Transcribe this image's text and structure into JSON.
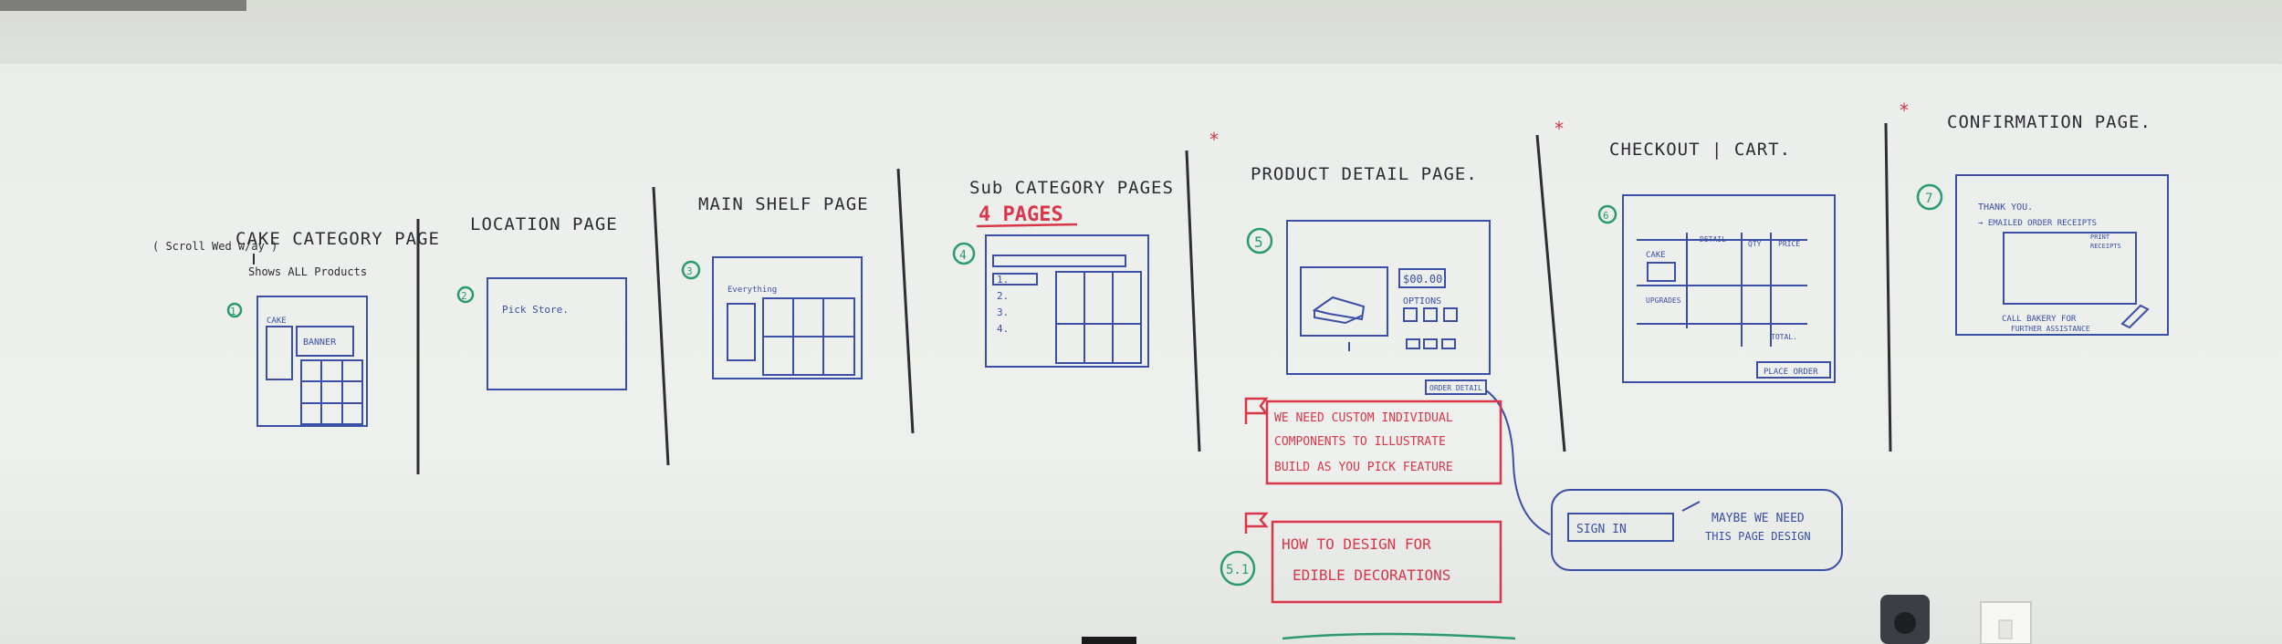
{
  "sections": {
    "s1": {
      "note": "( Scroll Wed w/ay )",
      "title": "CAKE CATEGORY PAGE",
      "sub": "Shows ALL Products",
      "num": "1",
      "wf_cake": "CAKE",
      "wf_banner": "BANNER"
    },
    "s2": {
      "title": "LOCATION PAGE",
      "num": "2",
      "wf_text": "Pick Store."
    },
    "s3": {
      "title": "MAIN SHELF PAGE",
      "num": "3",
      "wf_text": "Everything"
    },
    "s4": {
      "title": "Sub CATEGORY PAGES",
      "count": "4 PAGES",
      "num": "4",
      "rows": [
        "1.",
        "2.",
        "3.",
        "4."
      ]
    },
    "s5": {
      "title": "PRODUCT DETAIL PAGE.",
      "num": "5",
      "price": "$00.00",
      "options": "OPTIONS",
      "order_btn": "ORDER DETAIL",
      "note1": [
        "WE NEED CUSTOM INDIVIDUAL",
        "COMPONENTS TO ILLUSTRATE",
        "BUILD AS YOU PICK FEATURE"
      ],
      "num_sub": "5.1",
      "note2": [
        "HOW TO DESIGN FOR",
        "EDIBLE DECORATIONS"
      ]
    },
    "s6": {
      "title": "CHECKOUT | CART.",
      "num": "6",
      "cols": [
        "CAKE",
        "DETAIL",
        "QTY",
        "PRICE"
      ],
      "row2": "UPGRADES",
      "total": "TOTAL.",
      "place_order": "PLACE ORDER",
      "signin": "SIGN IN",
      "maybe": [
        "MAYBE WE NEED",
        "THIS PAGE DESIGN"
      ]
    },
    "s7": {
      "title": "CONFIRMATION PAGE.",
      "num": "7",
      "thanks": "THANK YOU.",
      "email": "→ EMAILED ORDER RECEIPTS",
      "print": [
        "PRINT",
        "RECEIPTS"
      ],
      "call": [
        "CALL BAKERY FOR",
        "FURTHER ASSISTANCE"
      ]
    }
  },
  "colors": {
    "board": "#e9ebe8",
    "marker_black": "#2e2e35",
    "marker_blue": "#3a4fa5",
    "marker_red": "#d9364a",
    "marker_green": "#2a9a72"
  }
}
